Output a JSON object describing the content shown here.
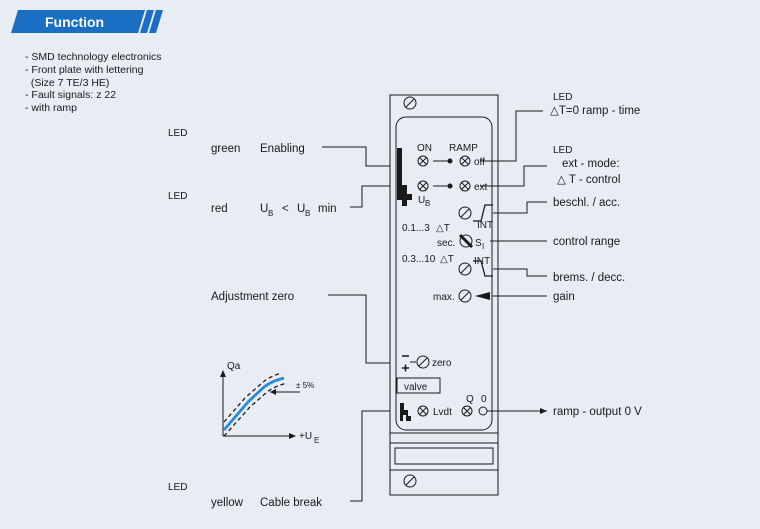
{
  "header": {
    "title": "Function",
    "color": "#1a6fc4"
  },
  "features": [
    "- SMD technology electronics",
    "- Front plate with lettering",
    "  (Size 7 TE/3 HE)",
    "- Fault signals: z 22",
    "- with ramp"
  ],
  "left": {
    "led1_caption": "LED",
    "led1_color": "green",
    "led1_desc": "Enabling",
    "led2_caption": "LED",
    "led2_color": "red",
    "led2_desc_ub": "U",
    "led2_desc_sub": "B",
    "led2_desc_lt": "<",
    "led2_desc_ub2": "U",
    "led2_desc_sub2": "B",
    "led2_desc_min": "min",
    "adjust_zero": "Adjustment zero",
    "led3_caption": "LED",
    "led3_color": "yellow",
    "led3_desc": "Cable break"
  },
  "graph": {
    "y_label": "Qa",
    "x_label": "+U",
    "x_label_sub": "E",
    "tolerance": "± 5%"
  },
  "panel": {
    "on": "ON",
    "ramp": "RAMP",
    "off": "off",
    "ext": "ext",
    "ub": "U",
    "ub_sub": "B",
    "int1": "INT",
    "range1": "0.1...3",
    "delta_t1": "△T",
    "sec": "sec.",
    "s": "S",
    "s_sub": "I",
    "range2": "0.3...10",
    "delta_t2": "△T",
    "int2": "INT",
    "max": "max.",
    "zero": "zero",
    "valve": "valve",
    "q": "Q",
    "zero_q": "0",
    "lvdt": "Lvdt"
  },
  "right": {
    "led_top_caption": "LED",
    "led_top_desc": "△T=0  ramp - time",
    "led_ext_caption": "LED",
    "led_ext_line1": "ext - mode:",
    "led_ext_line2": "△  T - control",
    "accel": "beschl. / acc.",
    "control_range": "control range",
    "decel": "brems. / decc.",
    "gain": "gain",
    "ramp_output": "ramp - output 0 V"
  }
}
